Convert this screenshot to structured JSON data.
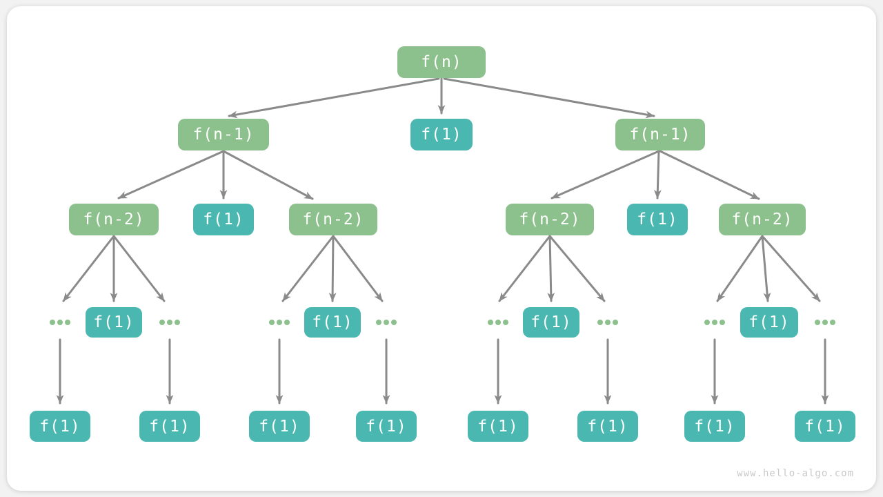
{
  "colors": {
    "page_bg": "#f2f2f2",
    "canvas_bg": "#ffffff",
    "node_green": "#8cc08c",
    "node_teal": "#4ab8b0",
    "arrow": "#8a8a8a",
    "label_text": "#ffffff",
    "watermark": "#c9c9c9"
  },
  "tree": {
    "levels": [
      [
        "f(n)"
      ],
      [
        "f(n-1)",
        "f(1)",
        "f(n-1)"
      ],
      [
        "f(n-2)",
        "f(1)",
        "f(n-2)",
        "f(n-2)",
        "f(1)",
        "f(n-2)"
      ],
      [
        "...",
        "f(1)",
        "...",
        "...",
        "f(1)",
        "...",
        "...",
        "f(1)",
        "...",
        "...",
        "f(1)",
        "..."
      ],
      [
        "f(1)",
        "f(1)",
        "f(1)",
        "f(1)",
        "f(1)",
        "f(1)",
        "f(1)",
        "f(1)"
      ]
    ]
  },
  "footer": {
    "watermark": "www.hello-algo.com"
  }
}
